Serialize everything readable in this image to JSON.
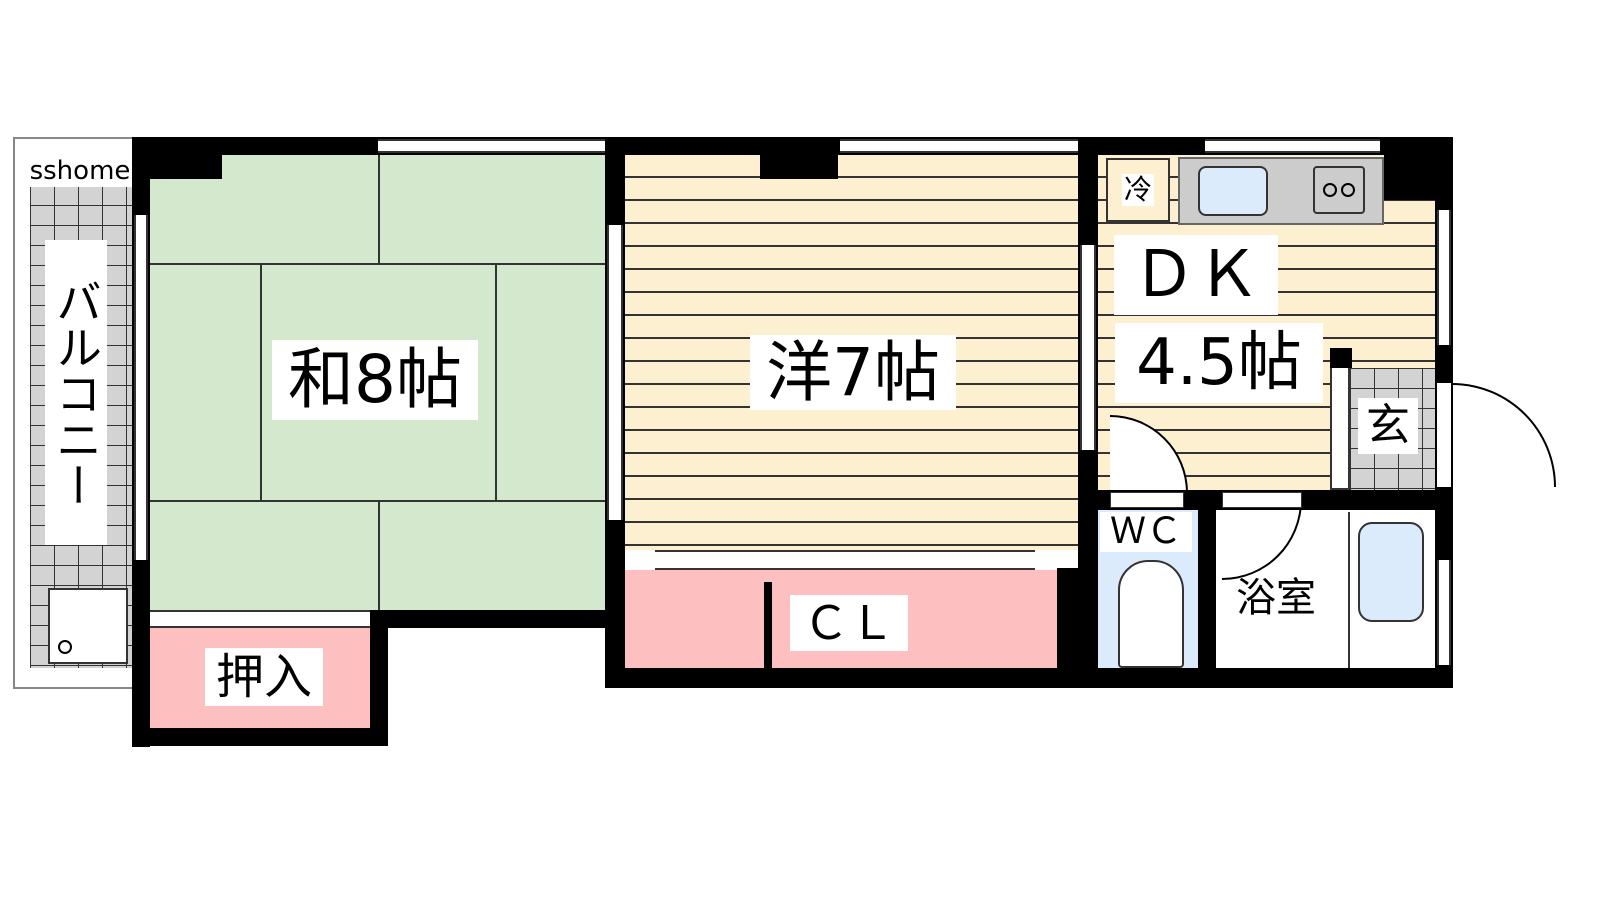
{
  "watermark": "sshome",
  "rooms": {
    "balcony": "バルコニー",
    "japanese": "和8帖",
    "oshiire": "押入",
    "western": "洋7帖",
    "closet": "ＣＬ",
    "dk_name": "ＤＫ",
    "dk_size": "4.5帖",
    "entrance": "玄",
    "wc": "ＷＣ",
    "bath": "浴室",
    "fridge": "冷"
  },
  "colors": {
    "tatami": "#d3e8cc",
    "wood": "#fdf0d0",
    "closet": "#fdbfbf",
    "tile": "#d3d3d3",
    "water": "#dcebfb"
  }
}
